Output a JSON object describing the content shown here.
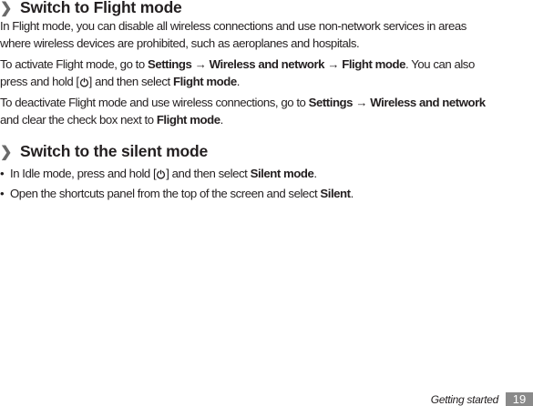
{
  "section1": {
    "heading": "Switch to Flight mode",
    "intro": [
      "In Flight mode, you can disable all wireless connections and use non-network services in areas",
      "where wireless devices are prohibited, such as aeroplanes and hospitals."
    ],
    "activate": {
      "pre": "To activate Flight mode, go to ",
      "settings": "Settings",
      "arrow": " → ",
      "wireless": "Wireless and network",
      "arrow2": " → ",
      "flight": "Flight mode",
      "post": ". You can also",
      "line2_pre": "press and hold [",
      "line2_mid": "] and then select ",
      "line2_bold": "Flight mode",
      "line2_end": "."
    },
    "deactivate": {
      "pre": "To deactivate Flight mode and use wireless connections, go to ",
      "settings": "Settings",
      "arrow": " → ",
      "wireless": "Wireless and network",
      "line2_pre": "and clear the check box next to ",
      "line2_bold": "Flight mode",
      "line2_end": "."
    }
  },
  "section2": {
    "heading": "Switch to the silent mode",
    "bullet_char": "•",
    "bullet1": {
      "pre": "In Idle mode, press and hold [",
      "mid": "] and then select ",
      "bold": "Silent mode",
      "end": "."
    },
    "bullet2": {
      "pre": "Open the shortcuts panel from the top of the screen and select ",
      "bold": "Silent",
      "end": "."
    }
  },
  "chevron": "❯",
  "icons": {
    "power": "power-icon"
  },
  "footer": {
    "label": "Getting started",
    "page": "19"
  },
  "colors": {
    "text": "#231f20",
    "chevron": "#6a6a6a",
    "page_badge": "#8a8a8a"
  }
}
